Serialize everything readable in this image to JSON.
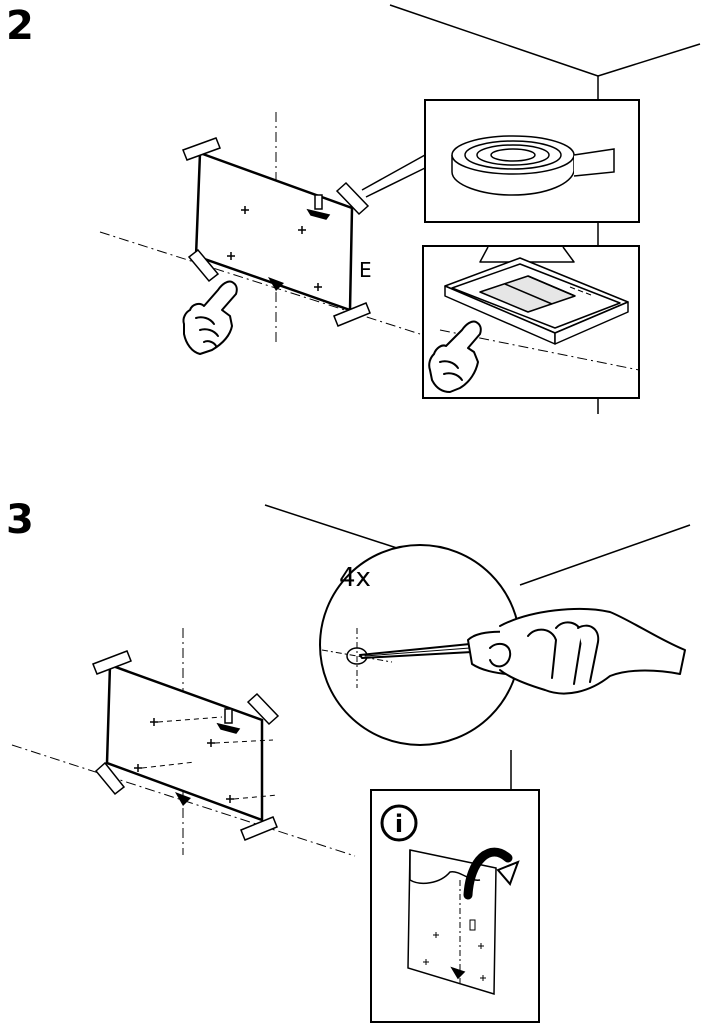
{
  "steps": [
    {
      "number": "2",
      "wall_label": "E"
    },
    {
      "number": "3",
      "repeat_count": "4x",
      "info_badge": "i"
    }
  ],
  "colors": {
    "ink": "#000000",
    "paper": "#ffffff",
    "shade": "#e6e6e6"
  },
  "icons": [
    "finger-press-icon",
    "tape-roll-icon",
    "screwdriver-icon",
    "info-icon",
    "peel-arrow-icon"
  ]
}
